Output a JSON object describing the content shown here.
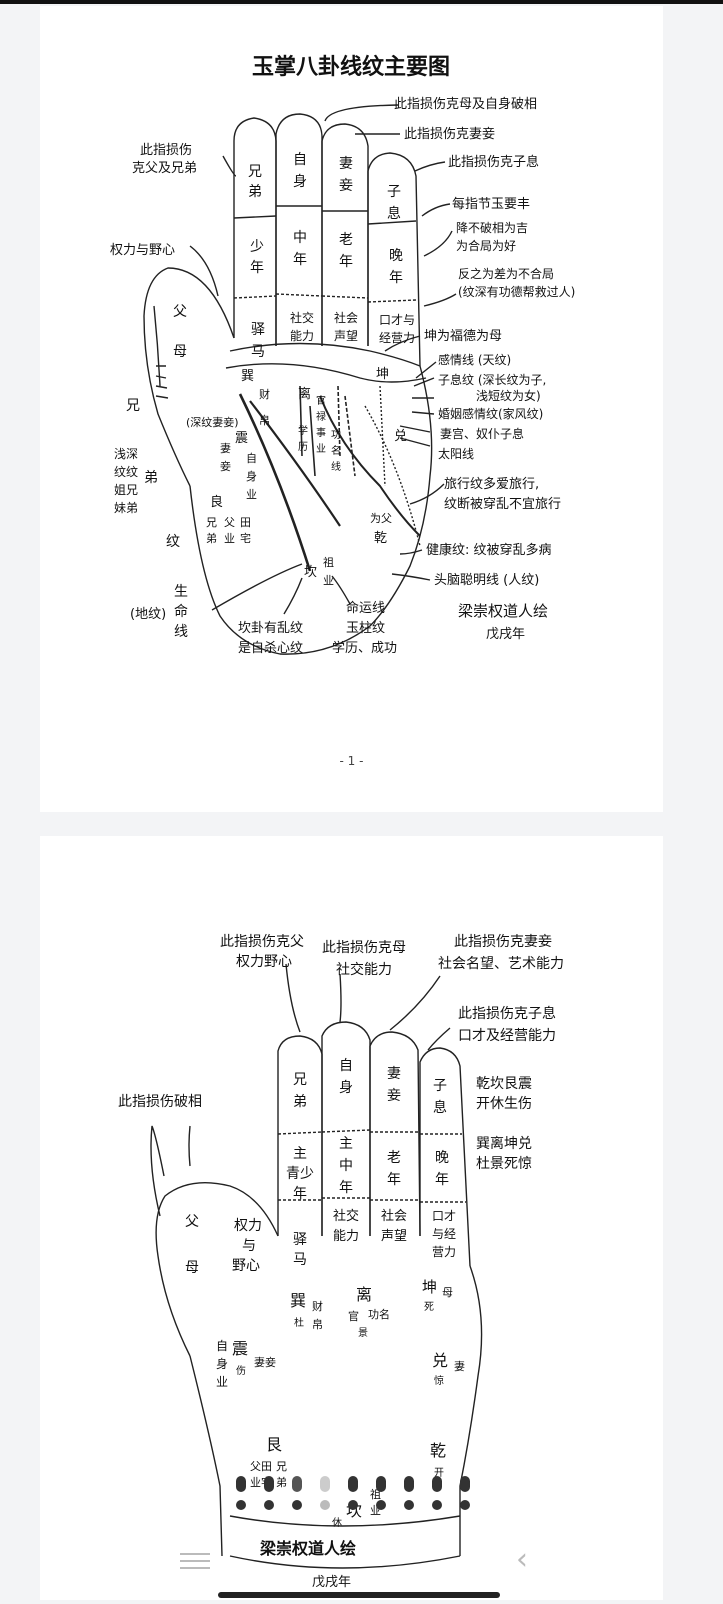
{
  "page1": {
    "title": "玉掌八卦线纹主要图",
    "page_number": "- 1 -",
    "fingers": [
      {
        "top": "兄",
        "top2": "弟",
        "mid": "少",
        "mid2": "年",
        "base": "驿",
        "base2": "马"
      },
      {
        "top": "自",
        "top2": "身",
        "mid": "中",
        "mid2": "年",
        "base": "社交",
        "base2": "能力"
      },
      {
        "top": "妻",
        "top2": "妾",
        "mid": "老",
        "mid2": "年",
        "base": "社会",
        "base2": "声望"
      },
      {
        "top": "子",
        "top2": "息",
        "mid": "晚",
        "mid2": "年",
        "base": "口才与",
        "base2": "经营力"
      }
    ],
    "thumb": {
      "a": "父",
      "b": "母"
    },
    "palm_labels": {
      "kun": "坤",
      "li": "离",
      "xun": "巽",
      "cai": "财",
      "bo": "帛",
      "zhen": "震",
      "qi": "妻",
      "qie": "妾",
      "zi": "自",
      "shen": "身",
      "ye": "业",
      "dui": "兑",
      "gen": "良",
      "qian": "乾",
      "kan": "坎",
      "wei_fu": "为父",
      "guan": "官",
      "lu": "禄",
      "shi": "事",
      "ye2": "业",
      "xue": "学",
      "li2": "历",
      "gong": "功",
      "ming": "名",
      "xian": "线",
      "fu": "父",
      "ye3": "业",
      "tian": "田",
      "zhai": "宅",
      "xiong": "兄",
      "di": "弟",
      "zu": "祖",
      "ye4": "业",
      "shenyu": "(深纹妻妾)"
    },
    "left_labels": {
      "hurt_brother_1": "此指损伤",
      "hurt_brother_2": "克父及兄弟",
      "power": "权力与野心",
      "xiong": "兄",
      "di": "弟",
      "wen": "纹",
      "shallow_1": "浅深",
      "shallow_2": "纹纹",
      "shallow_3": "姐兄",
      "shallow_4": "妹弟",
      "life_1": "生",
      "life_2": "命",
      "life_3": "线",
      "earth": "(地纹)",
      "kan_1": "坎卦有乱纹",
      "kan_2": "是自杀心纹",
      "fate_1": "命运线",
      "fate_2": "玉柱纹",
      "fate_3": "学历、成功"
    },
    "right_labels": {
      "a": "此指损伤克母及自身破相",
      "b": "此指损伤克妻妾",
      "c": "此指损伤克子息",
      "d": "每指节玉要丰",
      "e1": "降不破相为吉",
      "e2": "为合局为好",
      "f1": "反之为差为不合局",
      "f2": "(纹深有功德帮救过人)",
      "g": "坤为福德为母",
      "h": "感情线 (天纹)",
      "i1": "子息纹 (深长纹为子,",
      "i2": "浅短纹为女)",
      "j": "婚姻感情纹(家风纹)",
      "k": "妻宫、奴仆子息",
      "l": "太阳线",
      "m1": "旅行纹多爱旅行,",
      "m2": "纹断被穿乱不宜旅行",
      "n": "健康纹: 纹被穿乱多病",
      "o": "头脑聪明线 (人纹)"
    },
    "signature_1": "梁崇权道人绘",
    "signature_2": "戊戌年"
  },
  "page2": {
    "left_labels": {
      "a1": "此指损伤克父",
      "a2": "权力野心",
      "b1": "此指损伤克母",
      "b2": "社交能力",
      "c": "此指损伤破相",
      "power_1": "权力",
      "power_2": "与",
      "power_3": "野心"
    },
    "right_labels": {
      "a1": "此指损伤克妻妾",
      "a2": "社会名望、艺术能力",
      "b1": "此指损伤克子息",
      "b2": "口才及经营能力",
      "c1": "乾坎艮震",
      "c2": "开休生伤",
      "d1": "巽离坤兑",
      "d2": "杜景死惊"
    },
    "fingers": [
      {
        "top": "兄",
        "top2": "弟",
        "mid": "主",
        "mid2": "青少",
        "mid3": "年",
        "base": "驿",
        "base2": "马"
      },
      {
        "top": "自",
        "top2": "身",
        "mid": "主",
        "mid2": "中",
        "mid3": "年",
        "base": "社交",
        "base2": "能力"
      },
      {
        "top": "妻",
        "top2": "妾",
        "mid": "老",
        "mid2": "年",
        "mid3": "",
        "base": "社会",
        "base2": "声望"
      },
      {
        "top": "子",
        "top2": "息",
        "mid": "晚",
        "mid2": "年",
        "mid3": "",
        "base": "口才",
        "base2": "与经",
        "base3": "营力"
      }
    ],
    "thumb": {
      "a": "父",
      "b": "母"
    },
    "palm": {
      "xun": "巽",
      "cai": "财",
      "bo": "帛",
      "du": "杜",
      "li": "离",
      "guan": "官",
      "gongming": "功名",
      "jing": "景",
      "kun": "坤",
      "mu": "母",
      "si": "死",
      "zhen": "震",
      "qie": "妻妾",
      "shang": "伤",
      "zi": "自",
      "shen": "身",
      "ye": "业",
      "dui": "兑",
      "qi": "妻",
      "jing2": "惊",
      "gen": "艮",
      "futian": "父田",
      "yezhai": "业宅",
      "xiong": "兄",
      "di": "弟",
      "qian": "乾",
      "kai": "开",
      "kan": "坎",
      "xiu": "休",
      "zu": "祖",
      "ye2": "业"
    },
    "signature_1": "梁崇权道人绘",
    "signature_2": "戊戌年"
  }
}
